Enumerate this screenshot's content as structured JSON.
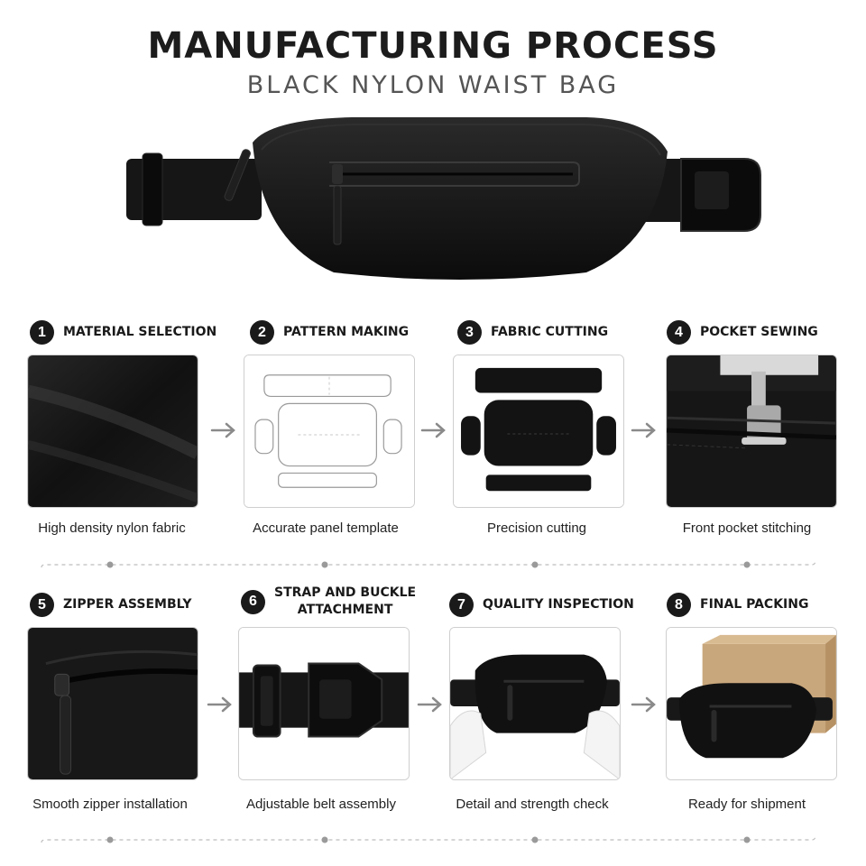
{
  "header": {
    "title": "MANUFACTURING PROCESS",
    "subtitle": "BLACK NYLON WAIST BAG"
  },
  "steps": [
    {
      "number": "1",
      "title": "MATERIAL SELECTION",
      "caption": "High density nylon fabric"
    },
    {
      "number": "2",
      "title": "PATTERN MAKING",
      "caption": "Accurate panel template"
    },
    {
      "number": "3",
      "title": "FABRIC CUTTING",
      "caption": "Precision cutting"
    },
    {
      "number": "4",
      "title": "POCKET SEWING",
      "caption": "Front pocket stitching"
    },
    {
      "number": "5",
      "title": "ZIPPER ASSEMBLY",
      "caption": "Smooth zipper installation"
    },
    {
      "number": "6",
      "title_line1": "STRAP AND BUCKLE",
      "title_line2": "ATTACHMENT",
      "caption": "Adjustable belt assembly"
    },
    {
      "number": "7",
      "title": "QUALITY INSPECTION",
      "caption": "Detail and strength check"
    },
    {
      "number": "8",
      "title": "FINAL PACKING",
      "caption": "Ready for shipment"
    }
  ],
  "colors": {
    "fabric": "#141414",
    "panel_border": "#cfcfcf",
    "arrow": "#8a8a8a",
    "cardboard": "#c9a77c"
  },
  "icons": [
    "arrow-right-icon"
  ]
}
